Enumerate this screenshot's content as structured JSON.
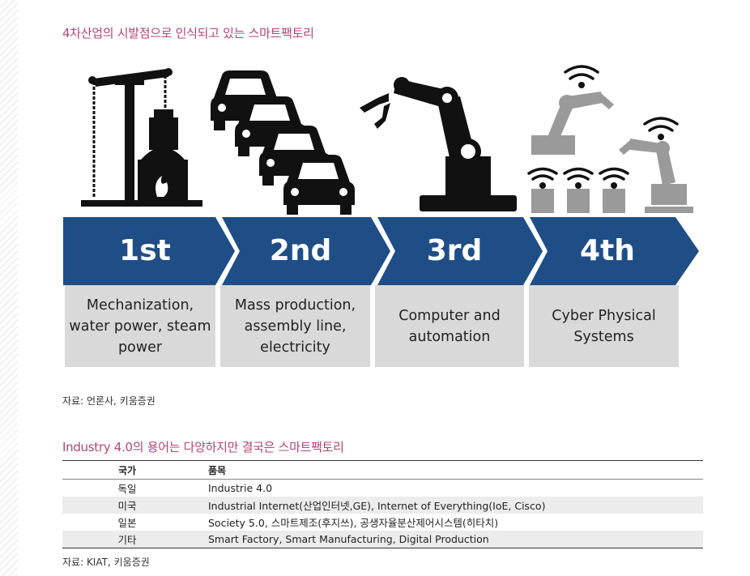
{
  "section1": {
    "title": "4차산업의 시발점으로 인식되고 있는 스마트팩토리",
    "source": "자료: 언론사, 키움증권"
  },
  "figure": {
    "arrow_color": "#1f4e87",
    "box_color": "#d9d9d9",
    "icon_color": "#111111",
    "icon_color_light": "#9a9a9a",
    "stages": [
      {
        "label": "1st",
        "description": "Mechanization,\nwater power, steam\npower",
        "icon": "steam-engine-icon"
      },
      {
        "label": "2nd",
        "description": "Mass production,\nassembly line,\nelectricity",
        "icon": "assembly-cars-icon"
      },
      {
        "label": "3rd",
        "description": "Computer and\nautomation",
        "icon": "robot-arm-icon"
      },
      {
        "label": "4th",
        "description": "Cyber Physical\nSystems",
        "icon": "connected-robots-icon"
      }
    ]
  },
  "section2": {
    "title": "Industry 4.0의 용어는 다양하지만 결국은 스마트팩토리",
    "table": {
      "headers": [
        "국가",
        "품목"
      ],
      "rows": [
        [
          "독일",
          "Industrie 4.0"
        ],
        [
          "미국",
          "Industrial Internet(산업인터넷,GE), Internet of Everything(IoE, Cisco)"
        ],
        [
          "일본",
          "Society 5.0,  스마트제조(후지쓰),  공생자율분산제어시스템(히타치)"
        ],
        [
          "기타",
          "Smart Factory, Smart Manufacturing, Digital Production"
        ]
      ]
    },
    "source": "자료: KIAT, 키움증권"
  }
}
